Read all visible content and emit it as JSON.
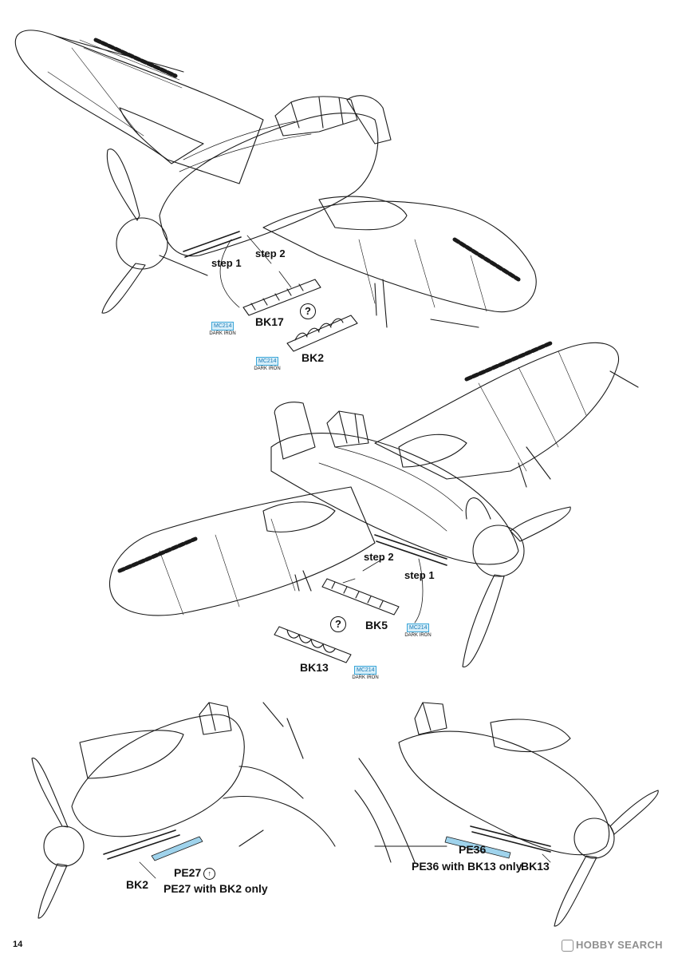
{
  "page": {
    "number": "14"
  },
  "views": {
    "top": {
      "step1": "step 1",
      "step2": "step 2",
      "part_main": "BK17",
      "part_alt": "BK2",
      "optional_mark": "?",
      "paint_main": {
        "code": "MC214",
        "name": "DARK IRON"
      },
      "paint_alt": {
        "code": "MC214",
        "name": "DARK IRON"
      }
    },
    "middle": {
      "step1": "step 1",
      "step2": "step 2",
      "part_main": "BK5",
      "part_alt": "BK13",
      "optional_mark": "?",
      "paint_main": {
        "code": "MC214",
        "name": "DARK IRON"
      },
      "paint_alt": {
        "code": "MC214",
        "name": "DARK IRON"
      }
    },
    "bottom_left": {
      "exhaust_part": "BK2",
      "pe_part": "PE27",
      "note": "PE27 with BK2 only"
    },
    "bottom_right": {
      "exhaust_part": "BK13",
      "pe_part": "PE36",
      "note": "PE36 with BK13 only"
    }
  },
  "colors": {
    "line": "#1a1a1a",
    "paint_box": "#3aa6d8",
    "pe_part": "#9fd3ec"
  },
  "watermark": {
    "text": "HOBBY SEARCH"
  }
}
